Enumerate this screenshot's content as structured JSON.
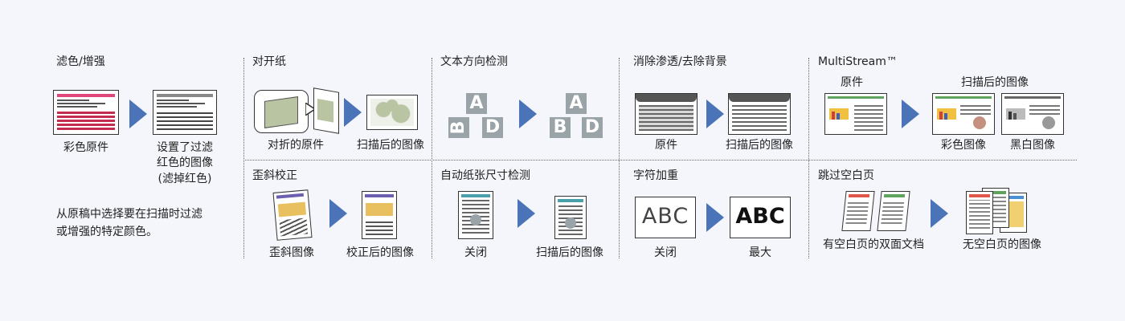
{
  "sections": {
    "color_filter": {
      "title": "滤色/增强",
      "caption_left": "彩色原件",
      "caption_right_1": "设置了过滤",
      "caption_right_2": "红色的图像",
      "caption_right_3": "(滤掉红色)",
      "description_1": "从原稿中选择要在扫描时过滤",
      "description_2": "或增强的特定颜色。"
    },
    "folio": {
      "title": "对开纸",
      "caption_left": "对折的原件",
      "caption_right": "扫描后的图像"
    },
    "orientation": {
      "title": "文本方向检测",
      "tile_letters": [
        "A",
        "B",
        "D"
      ]
    },
    "bleed_through": {
      "title": "消除渗透/去除背景",
      "caption_left": "原件",
      "caption_right": "扫描后的图像"
    },
    "multistream": {
      "title": "MultiStream™",
      "sub_left": "原件",
      "sub_right": "扫描后的图像",
      "caption_color": "彩色图像",
      "caption_bw": "黑白图像"
    },
    "deskew": {
      "title": "歪斜校正",
      "caption_left": "歪斜图像",
      "caption_right": "校正后的图像"
    },
    "auto_size": {
      "title": "自动纸张尺寸检测",
      "caption_left": "关闭",
      "caption_right": "扫描后的图像"
    },
    "char_thicken": {
      "title": "字符加重",
      "sample_text": "ABC",
      "caption_left": "关闭",
      "caption_right": "最大"
    },
    "skip_blank": {
      "title": "跳过空白页",
      "caption_left": "有空白页的双面文档",
      "caption_right": "无空白页的图像"
    }
  },
  "colors": {
    "arrow": "#4a73b8",
    "tile_gray": "#9aa3a7",
    "map_green": "#b9c4a3",
    "magenta": "#e0457b",
    "green_bar": "#5fa35f"
  }
}
